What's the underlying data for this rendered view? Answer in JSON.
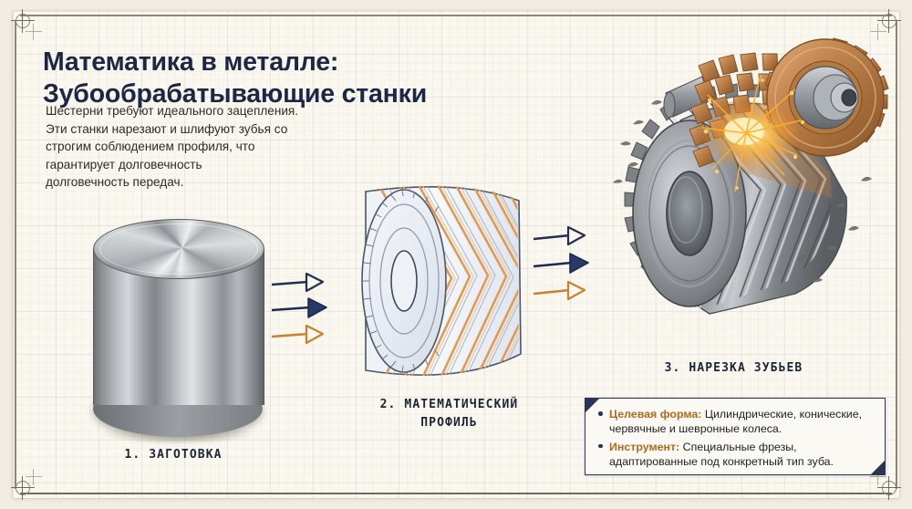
{
  "document": {
    "title_line1": "Математика в металле:",
    "title_line2": "Зубообрабатывающие станки",
    "lede": [
      "Шестерни требуют идеального зацепления.",
      "Эти станки нарезают и шлифуют зубья со",
      "строгим соблюдением профиля, что",
      "гарантирует долговечность",
      "долговечность передач."
    ]
  },
  "stages": [
    {
      "id": "billet",
      "caption_lines": [
        "1. ЗАГОТОВКА"
      ]
    },
    {
      "id": "profile",
      "caption_lines": [
        "2. МАТЕМАТИЧЕСКИЙ",
        "ПРОФИЛЬ"
      ]
    },
    {
      "id": "cutting",
      "caption_lines": [
        "3. НАРЕЗКА ЗУБЬЕВ"
      ]
    }
  ],
  "infobox": {
    "bullets": [
      {
        "label": "Целевая форма:",
        "text": " Цилиндрические, конические, червячные и шевронные колеса."
      },
      {
        "label": "Инструмент:",
        "text": " Специальные фрезы, адаптированные под конкретный тип зуба."
      }
    ]
  },
  "arrows": {
    "groups": [
      {
        "name": "arrows-stage1-to-stage2",
        "items": [
          {
            "style": "outline",
            "color": "#22304f"
          },
          {
            "style": "filled",
            "color": "#22304f"
          },
          {
            "style": "outline",
            "color": "#c78230"
          }
        ]
      },
      {
        "name": "arrows-stage2-to-stage3",
        "items": [
          {
            "style": "outline",
            "color": "#22304f"
          },
          {
            "style": "filled",
            "color": "#22304f"
          },
          {
            "style": "outline",
            "color": "#c78230"
          }
        ]
      }
    ]
  },
  "colors": {
    "paper": "#faf7ef",
    "frame": "#efe9dd",
    "navy": "#1b2744",
    "accent_orange": "#b3691c",
    "grid_line": "#6e7d96",
    "steel_light": "#e2e4e6",
    "steel_dark": "#5f6267",
    "bronze": "#b5793f",
    "spark": "#ffb627"
  },
  "marks": {
    "registration": [
      "top-left",
      "top-right",
      "bottom-left",
      "bottom-right"
    ],
    "plus": [
      "top-left",
      "top-right",
      "bottom-left",
      "bottom-right"
    ]
  }
}
